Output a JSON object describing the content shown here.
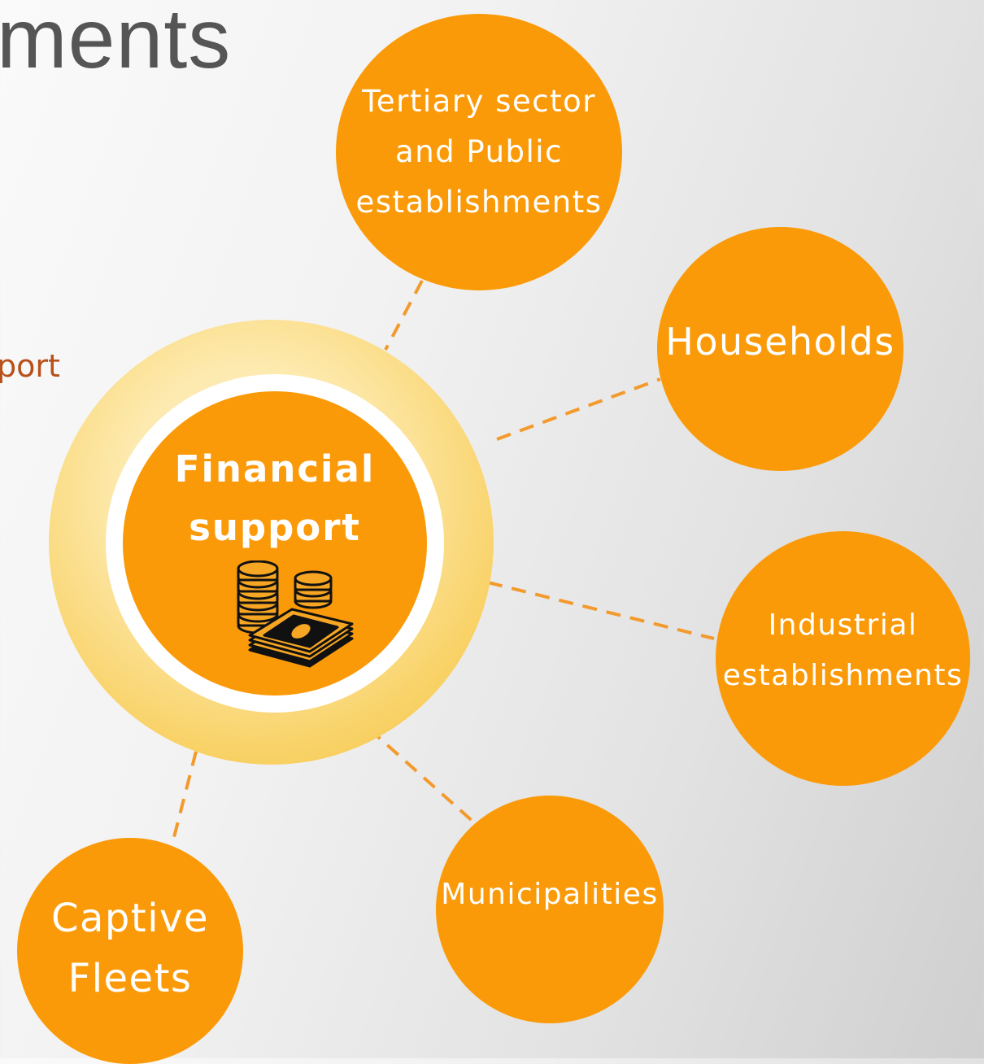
{
  "slide": {
    "title": "ments",
    "side_text": "port"
  },
  "center": {
    "line1": "Financial",
    "line2": "support",
    "icon": "money-coins-banknotes-icon"
  },
  "nodes": {
    "tertiary": {
      "line1": "Tertiary sector",
      "line2": "and Public",
      "line3": "establishments"
    },
    "households": {
      "line1": "Households"
    },
    "industrial": {
      "line1": "Industrial",
      "line2": "establishments"
    },
    "municipalities": {
      "line1": "Municipalities"
    },
    "captive": {
      "line1": "Captive",
      "line2": "Fleets"
    }
  },
  "colors": {
    "node_fill": "#fb9a08",
    "ring_light": "#fde9ac",
    "ring_dark": "#f5c23e",
    "title": "#555555",
    "side_text": "#b8501a",
    "connector": "#f39a2c"
  }
}
